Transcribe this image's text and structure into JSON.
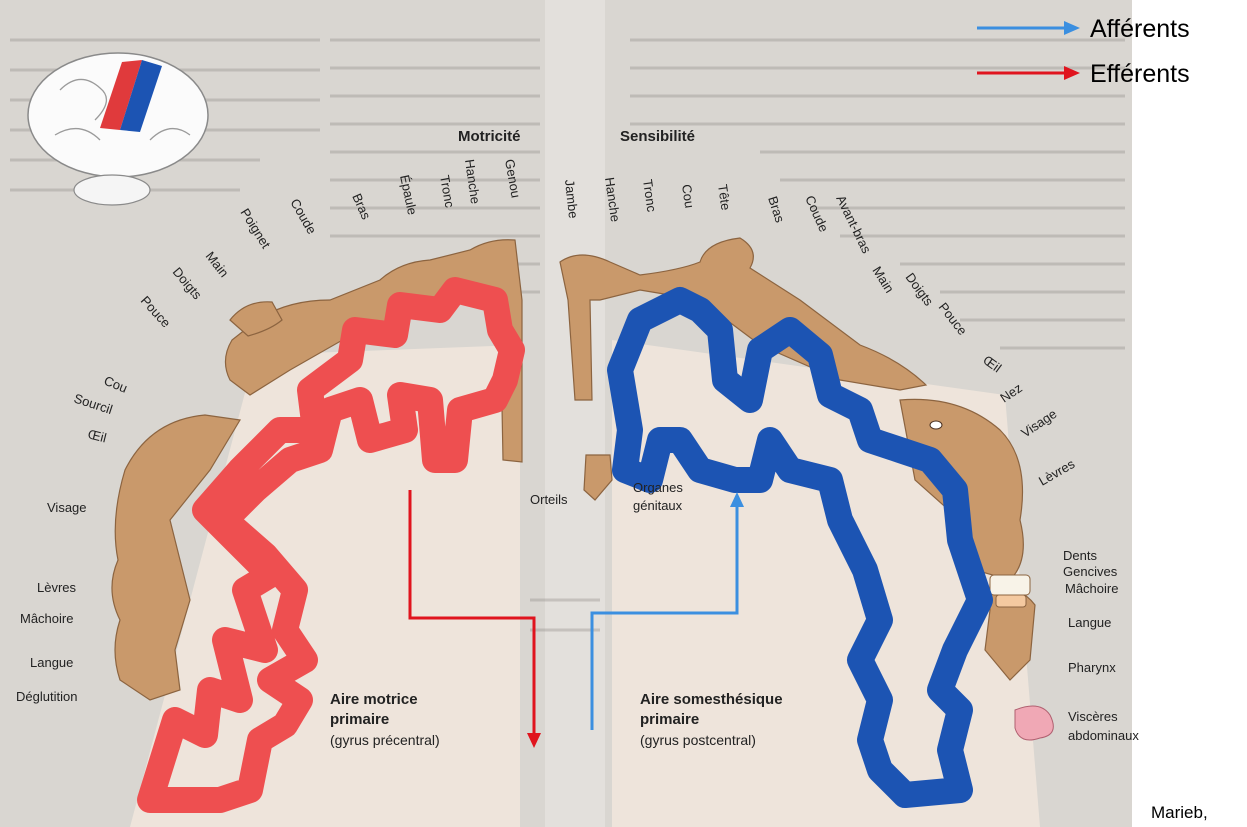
{
  "legend": {
    "afferent_label": "Afférents",
    "efferent_label": "Efférents",
    "afferent_color": "#3b8fe0",
    "efferent_color": "#e0141e"
  },
  "colors": {
    "motor_cortex": "#ee4f50",
    "sensory_cortex": "#1c54b3",
    "homunculus_skin": "#c9996b",
    "page_background": "#d9d6d1"
  },
  "headings": {
    "motor": "Motricité",
    "sensory": "Sensibilité"
  },
  "motor_labels": {
    "genou": "Genou",
    "hanche": "Hanche",
    "tronc": "Tronc",
    "epaule": "Épaule",
    "bras": "Bras",
    "coude": "Coude",
    "poignet": "Poignet",
    "main": "Main",
    "doigts": "Doigts",
    "pouce": "Pouce",
    "cou": "Cou",
    "sourcil": "Sourcil",
    "oeil": "Œil",
    "visage": "Visage",
    "levres": "Lèvres",
    "machoire": "Mâchoire",
    "langue": "Langue",
    "deglutition": "Déglutition",
    "orteils": "Orteils"
  },
  "sensory_labels": {
    "jambe": "Jambe",
    "hanche": "Hanche",
    "tronc": "Tronc",
    "cou": "Cou",
    "tete": "Tête",
    "bras": "Bras",
    "coude": "Coude",
    "avant_bras": "Avant-bras",
    "main": "Main",
    "doigts": "Doigts",
    "pouce": "Pouce",
    "oeil": "Œil",
    "nez": "Nez",
    "visage": "Visage",
    "levres": "Lèvres",
    "organes": "Organes",
    "genitaux": "génitaux",
    "dents": "Dents",
    "gencives": "Gencives",
    "machoire": "Mâchoire",
    "langue": "Langue",
    "pharynx": "Pharynx",
    "visceres": "Viscères",
    "abdominaux": "abdominaux"
  },
  "areas": {
    "motor_title_1": "Aire motrice",
    "motor_title_2": "primaire",
    "motor_subtitle": "(gyrus précentral)",
    "sensory_title_1": "Aire somesthésique",
    "sensory_title_2": "primaire",
    "sensory_subtitle": "(gyrus postcentral)"
  },
  "credit": "Marieb,"
}
